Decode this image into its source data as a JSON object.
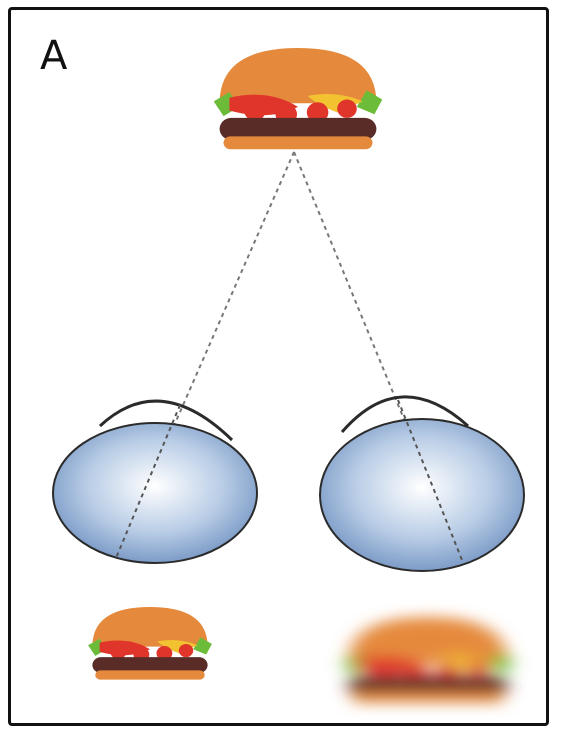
{
  "figure": {
    "panel_label": "A"
  },
  "colors": {
    "bun": "#e58a3c",
    "bun_highlight": "#f4a35c",
    "lettuce": "#6cbc3a",
    "tomato": "#e0352b",
    "cheese": "#f2c230",
    "patty": "#5a2c28",
    "bottom_bun": "#e58a3c",
    "eye_center": "#ffffff",
    "eye_edge": "#6e90c0",
    "eye_outline": "#2b2b2b",
    "sight_line": "#777777",
    "frame": "#111111"
  },
  "objects": [
    {
      "name": "burger-object-icon",
      "role": "viewed object"
    },
    {
      "name": "left-eye-icon",
      "role": "eye"
    },
    {
      "name": "right-eye-icon",
      "role": "eye"
    },
    {
      "name": "sharp-burger-image-icon",
      "role": "focused image"
    },
    {
      "name": "blurred-burger-image-icon",
      "role": "blurred image"
    }
  ]
}
